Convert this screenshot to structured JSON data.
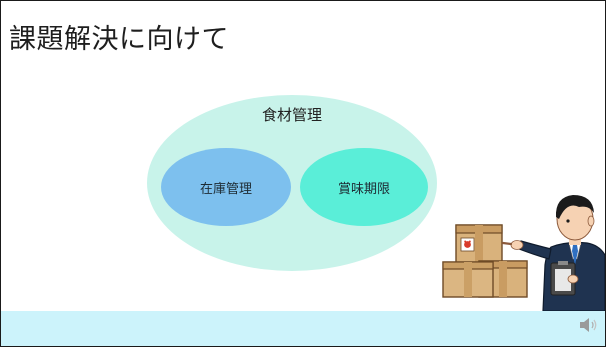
{
  "slide": {
    "title": "課題解決に向けて"
  },
  "diagram": {
    "outer_label": "食材管理",
    "left_label": "在庫管理",
    "right_label": "賞味期限"
  },
  "icons": {
    "speaker": "speaker-icon",
    "illustration": "businessman-checking-boxes-illustration"
  }
}
